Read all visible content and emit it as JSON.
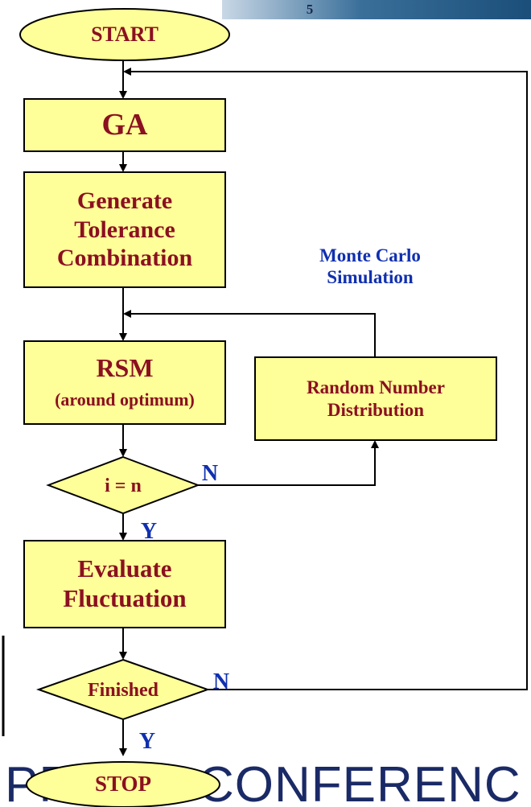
{
  "banner": {
    "slide_number": "5"
  },
  "footer": {
    "text_left": "PF",
    "text_right": "CONFERENC"
  },
  "nodes": {
    "start": "START",
    "ga": "GA",
    "generate": "Generate\nTolerance\nCombination",
    "rsm_title": "RSM",
    "rsm_sub": "(around optimum)",
    "random": "Random Number\nDistribution",
    "decision_i": "i = n",
    "evaluate": "Evaluate\nFluctuation",
    "decision_finished": "Finished",
    "stop": "STOP"
  },
  "annotations": {
    "monte_carlo": "Monte Carlo\nSimulation",
    "n1": "N",
    "y1": "Y",
    "n2": "N",
    "y2": "Y"
  },
  "colors": {
    "box_fill": "#ffff99",
    "box_stroke": "#000000",
    "maroon_text": "#8b1020",
    "blue_text": "#1030b0",
    "banner_blue": "#1f5d8c"
  }
}
